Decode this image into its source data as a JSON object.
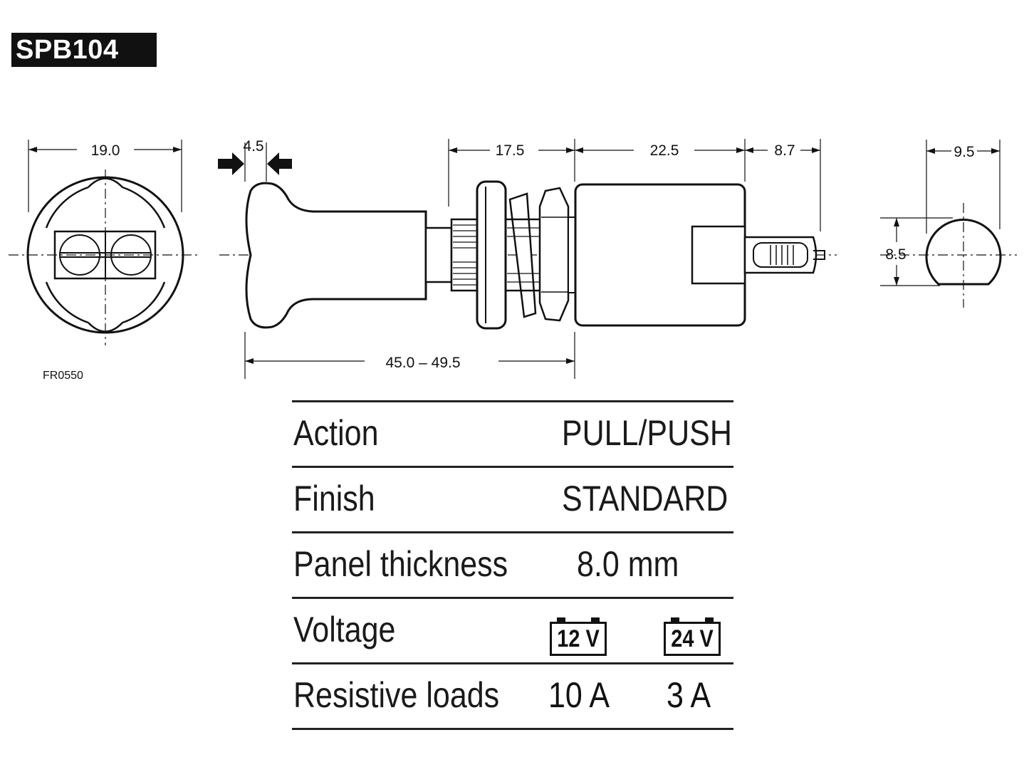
{
  "part_number": "SPB104",
  "drawing_ref": "FR0550",
  "dimensions": {
    "front_diameter": "19.0",
    "knob_thickness": "4.5",
    "bushing_length": "17.5",
    "body_length": "22.5",
    "terminal_length": "8.7",
    "overall_length": "45.0 – 49.5",
    "cutout_width": "9.5",
    "cutout_height": "8.5"
  },
  "specs": {
    "action": {
      "label": "Action",
      "value": "PULL/PUSH"
    },
    "finish": {
      "label": "Finish",
      "value": "STANDARD"
    },
    "panel": {
      "label": "Panel thickness",
      "value": "8.0 mm"
    },
    "voltage": {
      "label": "Voltage",
      "v1": "12 V",
      "v2": "24 V"
    },
    "loads": {
      "label": "Resistive loads",
      "a1": "10 A",
      "a2": "3 A"
    }
  },
  "icons": [
    "battery-12v-icon",
    "battery-24v-icon"
  ]
}
